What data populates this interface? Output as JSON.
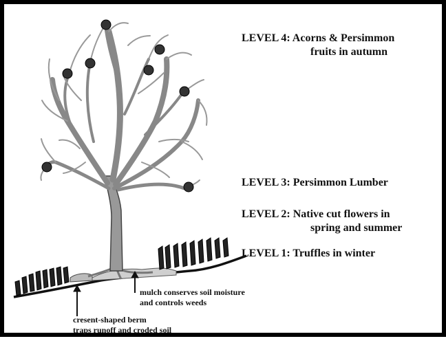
{
  "levels": {
    "level4": {
      "line1": "LEVEL 4: Acorns & Persimmon",
      "line2": "fruits in autumn"
    },
    "level3": {
      "line1": "LEVEL 3: Persimmon Lumber"
    },
    "level2": {
      "line1": "LEVEL 2: Native cut flowers in",
      "line2": "spring and summer"
    },
    "level1": {
      "line1": "LEVEL 1: Truffles in winter"
    }
  },
  "annotations": {
    "mulch": {
      "line1": "mulch conserves soil moisture",
      "line2": "and controls weeds"
    },
    "berm": {
      "line1": "cresent-shaped berm",
      "line2": "traps runoff and croded soil"
    }
  },
  "colors": {
    "ink": "#111111",
    "trunk": "#888888",
    "fruit": "#333333",
    "border": "#000000"
  }
}
